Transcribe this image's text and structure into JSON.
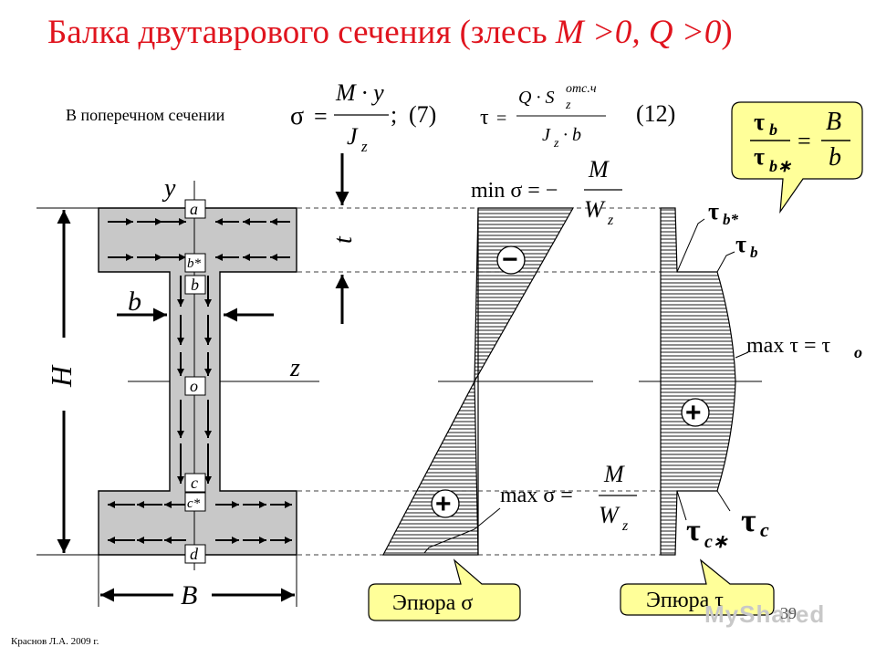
{
  "title": {
    "main": "Балка двутаврового сечения (злесь ",
    "cond": "M >0, Q >0",
    "close": ")"
  },
  "section_text": "В поперечном сечении",
  "formula_sigma": {
    "lhs": "σ",
    "eq": "=",
    "num": "M · y",
    "den_main": "J",
    "den_sub": "z",
    "semi": ";",
    "tag": "(7)"
  },
  "formula_tau": {
    "lhs": "τ",
    "eq": "=",
    "num_main": "Q · S",
    "num_sup": "отс.ч",
    "num_sub": "z",
    "den_main": "J",
    "den_sub": "z",
    "den_tail": " · b",
    "tag": "(12)"
  },
  "callout_ratio": {
    "tb": "τ",
    "tb_sub": "b",
    "tbs": "τ",
    "tbs_sub": "b∗",
    "eq": "=",
    "num": "B",
    "den": "b"
  },
  "labels": {
    "y": "y",
    "z": "z",
    "H": "H",
    "B": "B",
    "b": "b",
    "t": "t",
    "a": "a",
    "bstar": "b*",
    "bb": "b",
    "o": "o",
    "c": "c",
    "cstar": "c*",
    "d": "d"
  },
  "min_sigma": {
    "pre": "min σ = −",
    "num": "M",
    "den_main": "W",
    "den_sub": "z"
  },
  "max_sigma": {
    "pre": "max σ =",
    "num": "M",
    "den_main": "W",
    "den_sub": "z"
  },
  "max_tau": {
    "pre": "max τ = τ",
    "sub": "o"
  },
  "tau_labels": {
    "tbs": "τ",
    "tbs_sub": "b*",
    "tb": "τ",
    "tb_sub": "b",
    "tc": "τ",
    "tc_sub": "c",
    "tcs": "τ",
    "tcs_sub": "c∗"
  },
  "signs": {
    "minus": "−",
    "plus": "+"
  },
  "epure_sigma": "Эпюра σ",
  "epure_tau": "Эпюра τ",
  "footer": "Краснов Л.А. 2009 г.",
  "page_number": "39",
  "watermark": "MyShared",
  "colors": {
    "title": "#e0141e",
    "fill_gray": "#c8c8c8",
    "callout": "#ffff99"
  }
}
